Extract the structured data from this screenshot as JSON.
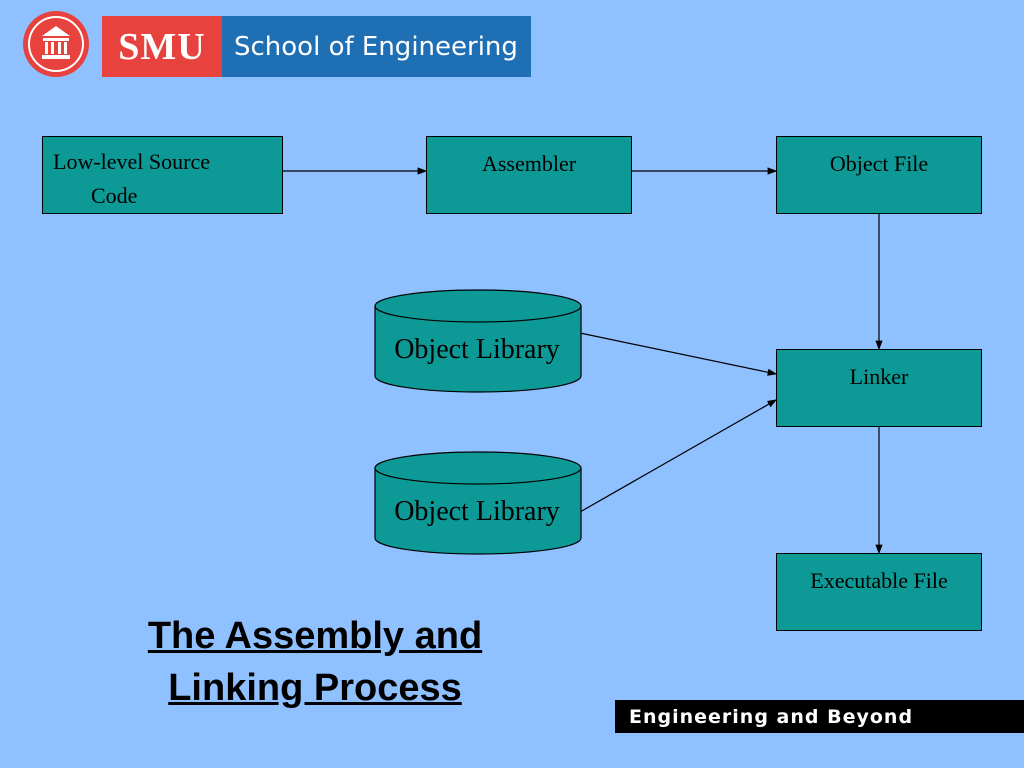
{
  "header": {
    "smu": "SMU",
    "school": "School of Engineering"
  },
  "diagram": {
    "source_line1": "Low-level Source",
    "source_line2": "Code",
    "assembler": "Assembler",
    "object_file": "Object File",
    "object_library_1": "Object Library",
    "object_library_2": "Object Library",
    "linker": "Linker",
    "executable_file": "Executable File"
  },
  "title": {
    "line1": "The Assembly and",
    "line2": "Linking Process"
  },
  "footer": {
    "tagline": "Engineering and Beyond"
  },
  "colors": {
    "background": "#8fc0ff",
    "box_fill": "#0d9a96",
    "smu_red": "#e8423e",
    "school_blue": "#1f6fb5"
  }
}
